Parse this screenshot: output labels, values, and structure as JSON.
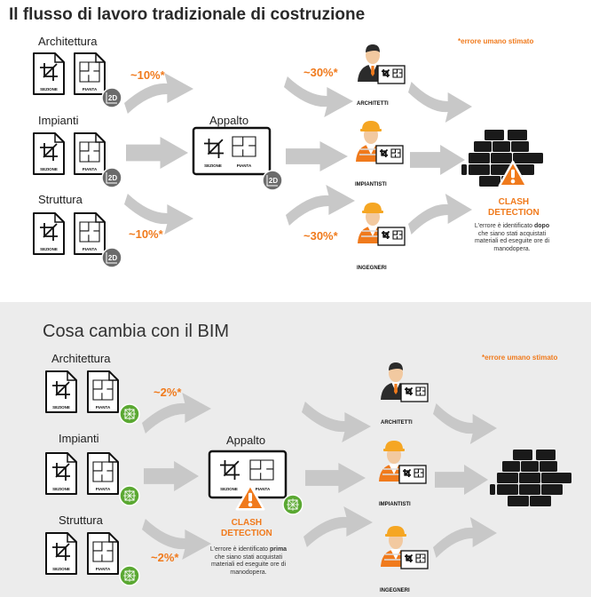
{
  "traditional": {
    "title": "Il flusso di lavoro tradizionale di costruzione",
    "note": "*errore umano stimato",
    "sections": [
      "Architettura",
      "Impianti",
      "Struttura"
    ],
    "doc_labels": [
      "SEZIONE",
      "PIANTA"
    ],
    "badge": "2D",
    "input_error": "~10%*",
    "appalto": "Appalto",
    "role_error": "~30%*",
    "roles": [
      "ARCHITETTI",
      "IMPIANTISTI",
      "INGEGNERI"
    ],
    "clash_title": [
      "CLASH",
      "DETECTION"
    ],
    "clash_desc": {
      "before": "L'errore è identificato ",
      "emphasis": "dopo",
      "after": " che siano stati acquistati materiali ed eseguite ore di manodopera."
    }
  },
  "bim": {
    "title": "Cosa cambia con il BIM",
    "note": "*errore umano stimato",
    "sections": [
      "Architettura",
      "Impianti",
      "Struttura"
    ],
    "doc_labels": [
      "SEZIONE",
      "PIANTA"
    ],
    "input_error": "~2%*",
    "appalto": "Appalto",
    "roles": [
      "ARCHITETTI",
      "IMPIANTISTI",
      "INGEGNERI"
    ],
    "clash_title": [
      "CLASH",
      "DETECTION"
    ],
    "clash_desc": {
      "before": "L'errore è identificato ",
      "emphasis": "prima",
      "after": " che siano stati acquistati materiali ed eseguite ore di manodopera."
    }
  },
  "colors": {
    "accent": "#f07a1c",
    "arrow": "#c8c8c8",
    "dark": "#1a1a1a",
    "badge_grey": "#6b6b6b",
    "badge_green": "#5aa832",
    "panel_bg": "#ececec"
  },
  "icons": [
    "section-doc-icon",
    "plan-doc-icon",
    "2d-badge-icon",
    "bim-badge-icon",
    "arrow-icon",
    "architect-icon",
    "engineer-icon",
    "brick-wall-icon",
    "warning-icon"
  ]
}
